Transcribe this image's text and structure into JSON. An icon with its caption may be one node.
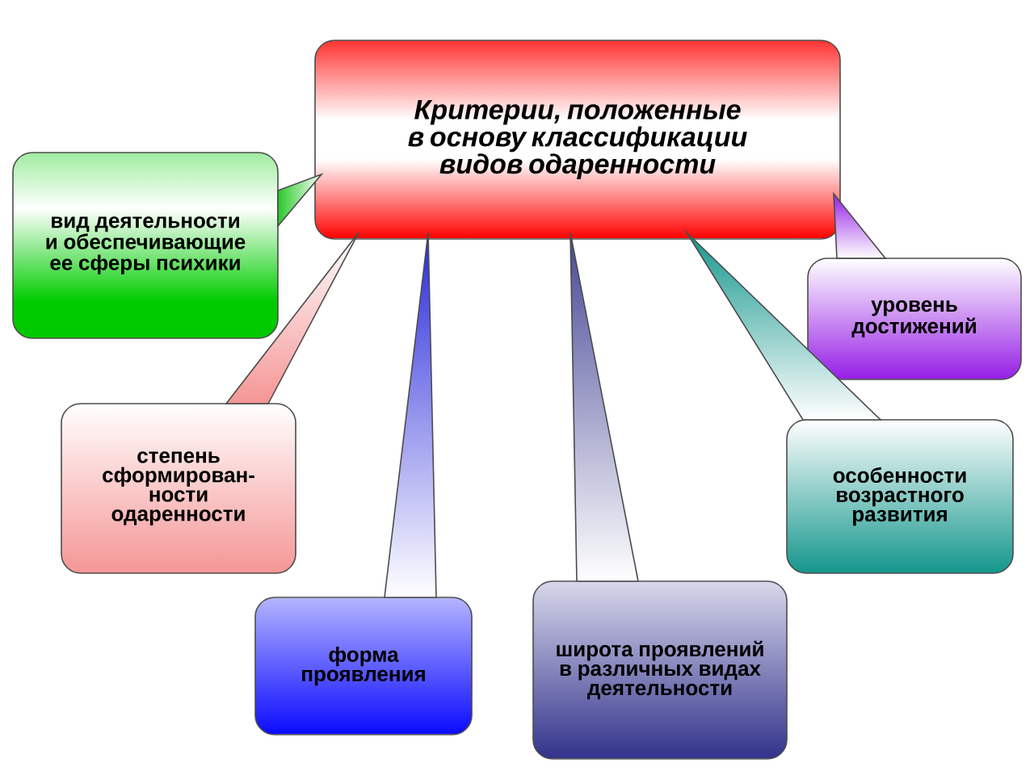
{
  "diagram": {
    "nodes": [
      {
        "text": [
          "Критерии, положенные в основу классификации видов одаренности"
        ]
      },
      {
        "text": [
          "вид деятельности и обеспечивающие ее сферы психики"
        ]
      },
      {
        "text": [
          "степень сформирован-ности одаренности"
        ]
      },
      {
        "text": [
          "форма проявления"
        ]
      },
      {
        "text": [
          "широта проявлений в различных видах деятельности"
        ]
      },
      {
        "text": [
          "особенности возрастного развития"
        ]
      },
      {
        "text": [
          "уровень достижений"
        ]
      }
    ],
    "edges": [
      {
        "from": 1,
        "to": 0,
        "arrow": "none"
      },
      {
        "from": 2,
        "to": 0,
        "arrow": "none"
      },
      {
        "from": 3,
        "to": 0,
        "arrow": "none"
      },
      {
        "from": 4,
        "to": 0,
        "arrow": "none"
      },
      {
        "from": 5,
        "to": 0,
        "arrow": "none"
      },
      {
        "from": 6,
        "to": 0,
        "arrow": "none"
      }
    ]
  }
}
